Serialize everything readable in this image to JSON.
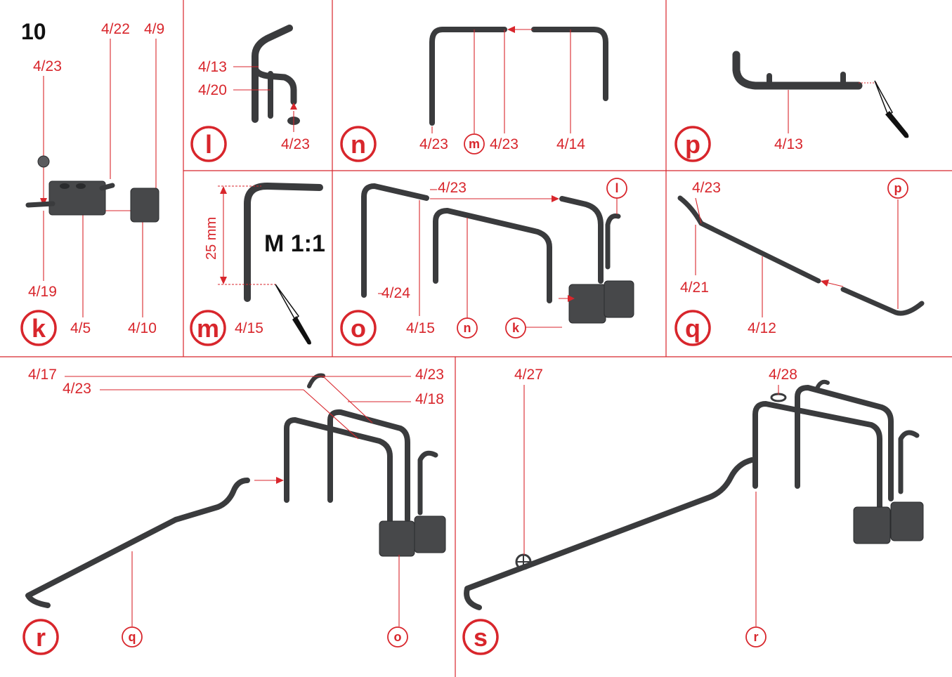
{
  "step_number": "10",
  "scale_label": "M 1:1",
  "dimension_label": "25 mm",
  "steps": {
    "k": "k",
    "l": "l",
    "m": "m",
    "n": "n",
    "o": "o",
    "p": "p",
    "q": "q",
    "r": "r",
    "s": "s"
  },
  "refs": {
    "k": "k",
    "l": "l",
    "m": "m",
    "n": "n",
    "o": "o",
    "p": "p",
    "q": "q",
    "r": "r"
  },
  "parts": {
    "p4_22": "4/22",
    "p4_9": "4/9",
    "p4_23": "4/23",
    "p4_19": "4/19",
    "p4_5": "4/5",
    "p4_10": "4/10",
    "p4_13": "4/13",
    "p4_20": "4/20",
    "p4_15": "4/15",
    "p4_14": "4/14",
    "p4_24": "4/24",
    "p4_21": "4/21",
    "p4_12": "4/12",
    "p4_17": "4/17",
    "p4_18": "4/18",
    "p4_27": "4/27",
    "p4_28": "4/28"
  },
  "colors": {
    "accent": "#d8262c",
    "part": "#3a3b3d"
  },
  "icons": [
    "knife-icon",
    "valve-wheel-icon",
    "pipe-assembly"
  ]
}
